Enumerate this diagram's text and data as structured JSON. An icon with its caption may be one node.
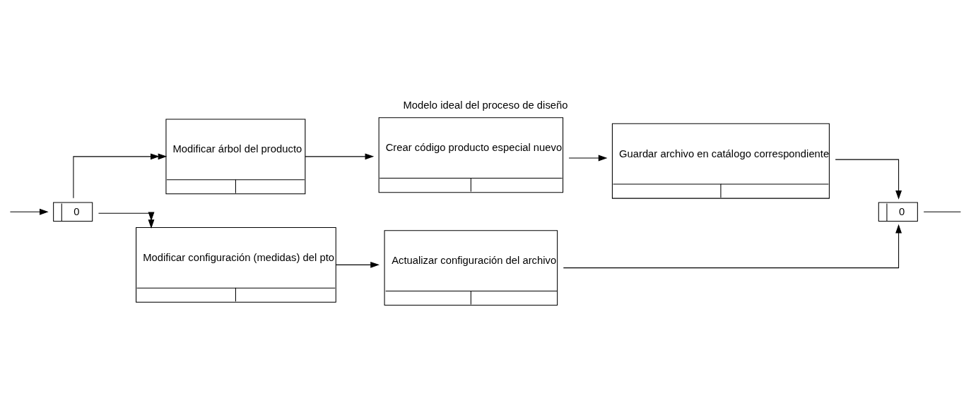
{
  "diagram": {
    "title": "Modelo ideal del proceso de diseño",
    "nodes": [
      {
        "text": [
          "0"
        ]
      },
      {
        "text": [
          "Modificar árbol del producto"
        ]
      },
      {
        "text": [
          "Crear código producto especial nuevo"
        ]
      },
      {
        "text": [
          "Guardar archivo en catálogo correspondiente"
        ]
      },
      {
        "text": [
          "Modificar configuración (medidas) del pto"
        ]
      },
      {
        "text": [
          "Actualizar configuración del archivo"
        ]
      },
      {
        "text": [
          "0"
        ]
      }
    ],
    "edges": [
      {
        "from": null,
        "to": 0,
        "arrow": "to"
      },
      {
        "from": 0,
        "to": 1,
        "arrow": "to"
      },
      {
        "from": 0,
        "to": 4,
        "arrow": "to"
      },
      {
        "from": 1,
        "to": 2,
        "arrow": "to"
      },
      {
        "from": 2,
        "to": 3,
        "arrow": "to"
      },
      {
        "from": 3,
        "to": 6,
        "arrow": "to"
      },
      {
        "from": 5,
        "to": 6,
        "arrow": "to"
      },
      {
        "from": 4,
        "to": 5,
        "arrow": "to"
      },
      {
        "from": 6,
        "to": null,
        "arrow": "none"
      }
    ]
  }
}
